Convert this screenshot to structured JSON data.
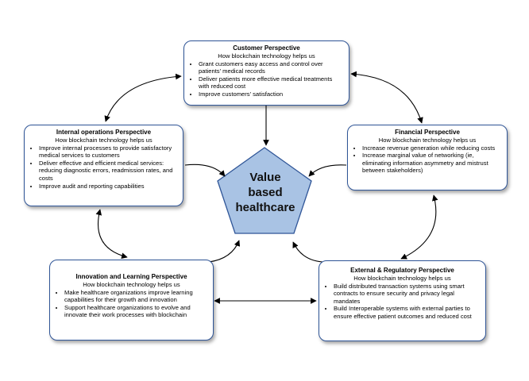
{
  "center": {
    "line1": "Value",
    "line2": "based",
    "line3": "healthcare",
    "fill": "#a9c3e4",
    "stroke": "#2f5597"
  },
  "customer": {
    "title": "Customer Perspective",
    "subtitle": "How blockchain technology helps us",
    "items": [
      "Grant customers easy access and control over patients' medical records",
      "Deliver patients more effective medical treatments with reduced cost",
      "Improve customers' satisfaction"
    ]
  },
  "internal": {
    "title": "Internal operations Perspective",
    "subtitle": "How blockchain technology helps us",
    "items": [
      "Improve internal processes to provide satisfactory medical services to customers",
      "Deliver effective and efficient medical services: reducing diagnostic errors, readmission rates, and costs",
      "Improve audit and reporting capabilities"
    ]
  },
  "financial": {
    "title": "Financial Perspective",
    "subtitle": "How blockchain technology helps us",
    "items": [
      "Increase revenue generation while reducing costs",
      "Increase marginal value of networking (ie, eliminating information asymmetry and mistrust between stakeholders)"
    ]
  },
  "innovation": {
    "title": "Innovation and Learning Perspective",
    "subtitle": "How blockchain technology helps us",
    "items": [
      "Make healthcare organizations improve learning capabilities for their growth and innovation",
      "Support healthcare organizations to evolve and innovate their work processes with blockchain"
    ]
  },
  "external": {
    "title": "External & Regulatory Perspective",
    "subtitle": "How blockchain technology helps us",
    "items": [
      "Build distributed transaction systems using smart contracts to ensure security and privacy legal mandates",
      "Build Interoperable systems with external parties to ensure effective patient outcomes and reduced cost"
    ]
  }
}
